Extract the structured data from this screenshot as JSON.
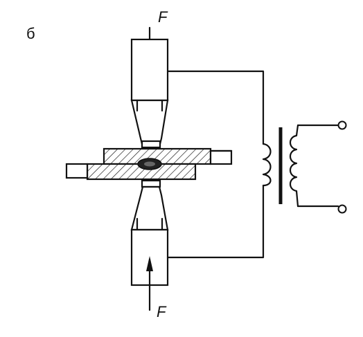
{
  "labels": {
    "panel": "б",
    "force_top": "F",
    "force_bottom": "F"
  },
  "colors": {
    "ink": "#111111",
    "background": "#ffffff"
  }
}
